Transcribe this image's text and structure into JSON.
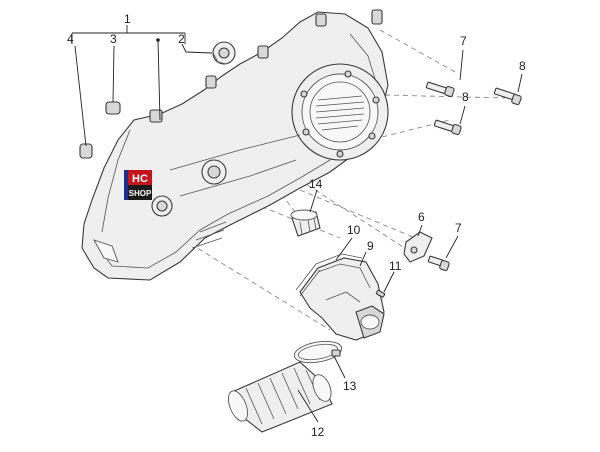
{
  "diagram": {
    "callouts": {
      "c1": "1",
      "c2": "2",
      "c3": "3",
      "c4": "4",
      "c6": "6",
      "c7a": "7",
      "c7b": "7",
      "c8a": "8",
      "c8b": "8",
      "c9": "9",
      "c10": "10",
      "c11": "11",
      "c12": "12",
      "c13": "13",
      "c14": "14"
    },
    "logo": {
      "line1": "HC",
      "line2": "SHOP",
      "colors": {
        "left": "#1c2f8f",
        "middle": "#c4151c",
        "right": "#1a1a1a"
      }
    }
  }
}
